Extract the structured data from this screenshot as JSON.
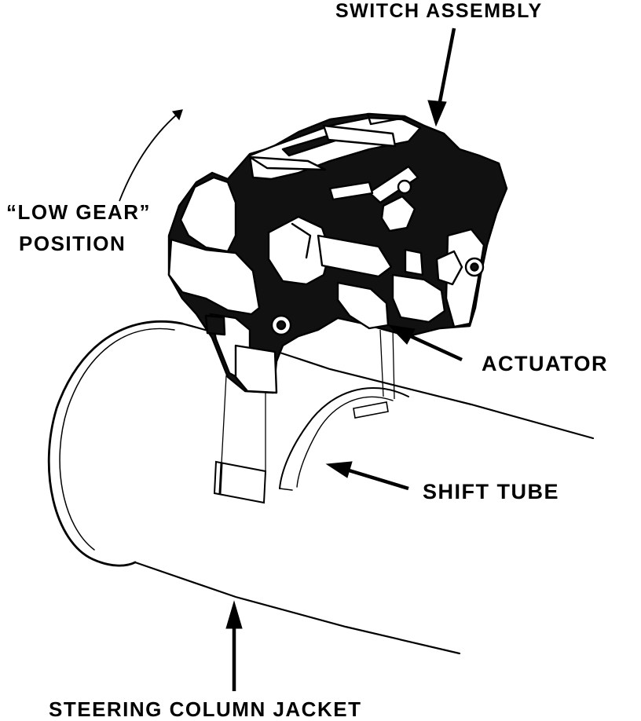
{
  "diagram": {
    "labels": {
      "switch_assembly": "SWITCH ASSEMBLY",
      "low_gear_line1": "“LOW GEAR”",
      "low_gear_line2": "POSITION",
      "actuator": "ACTUATOR",
      "shift_tube": "SHIFT TUBE",
      "steering_column_jacket": "STEERING COLUMN JACKET"
    },
    "colors": {
      "ink": "#000000",
      "paper": "#ffffff"
    }
  }
}
